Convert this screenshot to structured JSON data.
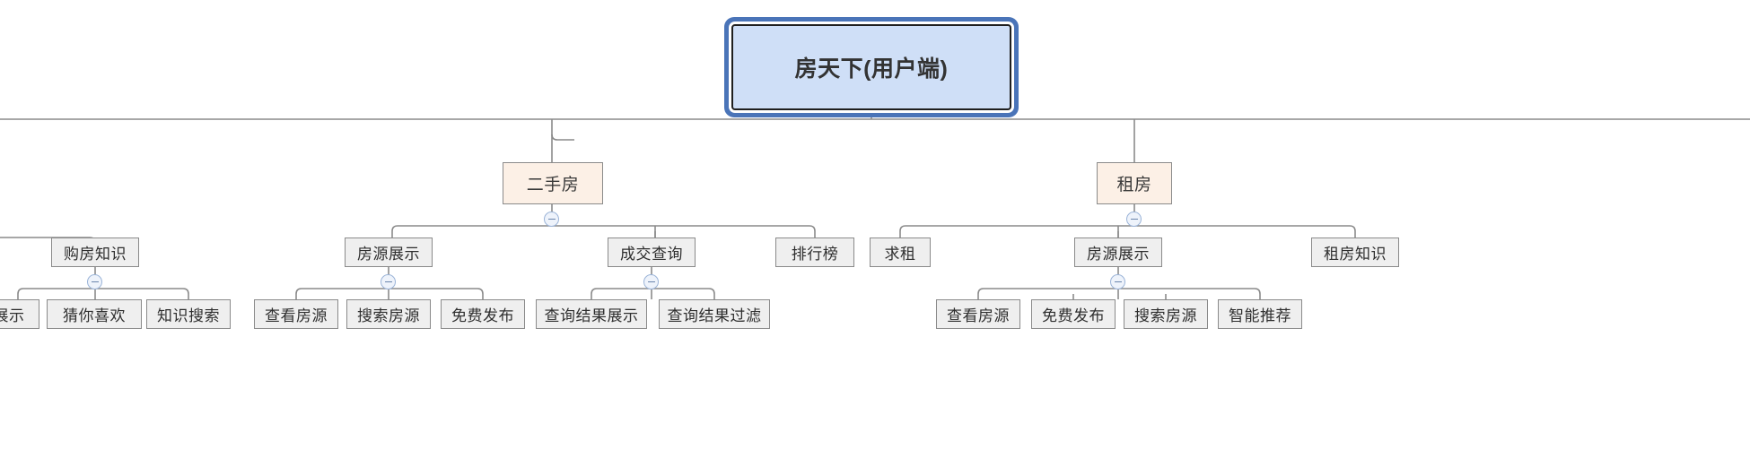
{
  "diagram": {
    "type": "mindmap-tree",
    "title": "房天下(用户端)",
    "colors": {
      "root_fill": "#cfdff7",
      "root_outer_border": "#4a74b8",
      "root_inner_border": "#1f1f1f",
      "category_fill": "#fcf0e6",
      "category_border": "#8a8a8a",
      "node_fill": "#efefef",
      "node_border": "#8a8a8a",
      "edge": "#8a8a8a",
      "toggle_fill": "#eef3fb",
      "toggle_border": "#9bb4d8",
      "text": "#333333",
      "background": "#ffffff"
    },
    "root": {
      "label": "房天下(用户端)"
    },
    "categories": [
      {
        "id": "ershoufang",
        "label": "二手房"
      },
      {
        "id": "zufang",
        "label": "租房"
      }
    ],
    "groups": [
      {
        "id": "group-left-clipped",
        "items": [
          {
            "id": "gouf-zhishi",
            "label": "购房知识"
          }
        ],
        "leaves": [
          {
            "id": "leaf-zhanshi-clipped",
            "label": "展示"
          },
          {
            "id": "leaf-caini-xihuan",
            "label": "猜你喜欢"
          },
          {
            "id": "leaf-zhishi-sousuo",
            "label": "知识搜索"
          }
        ]
      },
      {
        "id": "group-ershoufang",
        "items": [
          {
            "id": "esf-fangyuan-zhanshi",
            "label": "房源展示"
          },
          {
            "id": "esf-chengjiao-chaxun",
            "label": "成交查询"
          },
          {
            "id": "esf-paihangbang",
            "label": "排行榜"
          }
        ],
        "leaves": [
          {
            "id": "esf-chakan-fangyuan",
            "label": "查看房源"
          },
          {
            "id": "esf-sousuo-fangyuan",
            "label": "搜索房源"
          },
          {
            "id": "esf-mianfei-fabu",
            "label": "免费发布"
          },
          {
            "id": "esf-chaxun-jieguo-zhanshi",
            "label": "查询结果展示"
          },
          {
            "id": "esf-chaxun-jieguo-guolv",
            "label": "查询结果过滤"
          }
        ]
      },
      {
        "id": "group-zufang",
        "items": [
          {
            "id": "zf-qiuzu",
            "label": "求租"
          },
          {
            "id": "zf-fangyuan-zhanshi",
            "label": "房源展示"
          },
          {
            "id": "zf-zufang-zhishi",
            "label": "租房知识"
          }
        ],
        "leaves": [
          {
            "id": "zf-chakan-fangyuan",
            "label": "查看房源"
          },
          {
            "id": "zf-mianfei-fabu",
            "label": "免费发布"
          },
          {
            "id": "zf-sousuo-fangyuan",
            "label": "搜索房源"
          },
          {
            "id": "zf-zhineng-tuijian",
            "label": "智能推荐"
          }
        ]
      }
    ],
    "toggles": [
      {
        "id": "toggle-ershoufang",
        "symbol": "−",
        "state": "expanded"
      },
      {
        "id": "toggle-zufang",
        "symbol": "−",
        "state": "expanded"
      },
      {
        "id": "toggle-gouf-zhishi",
        "symbol": "−",
        "state": "expanded"
      },
      {
        "id": "toggle-esf-fangyuan-zhanshi",
        "symbol": "−",
        "state": "expanded"
      },
      {
        "id": "toggle-esf-chengjiao-chaxun",
        "symbol": "−",
        "state": "expanded"
      },
      {
        "id": "toggle-zf-fangyuan-zhanshi",
        "symbol": "−",
        "state": "expanded"
      }
    ]
  }
}
